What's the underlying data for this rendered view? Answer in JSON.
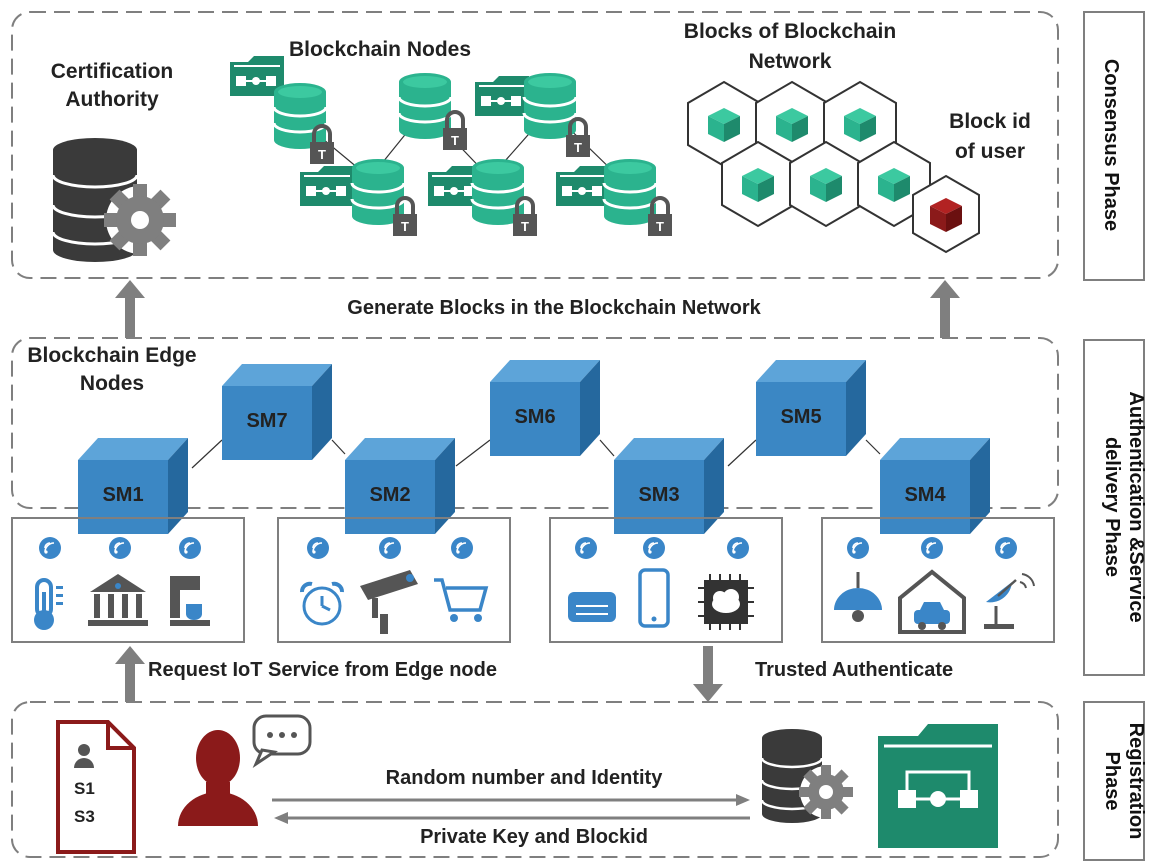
{
  "consensus": {
    "ca_label_line1": "Certification",
    "ca_label_line2": "Authority",
    "nodes_label": "Blockchain Nodes",
    "blocks_label_line1": "Blocks of Blockchain",
    "blocks_label_line2": "Network",
    "blockid_label_line1": "Block id",
    "blockid_label_line2": "of user"
  },
  "generate_label": "Generate Blocks in the Blockchain Network",
  "edge": {
    "label_line1": "Blockchain Edge",
    "label_line2": "Nodes",
    "nodes": [
      "SM7",
      "SM6",
      "SM5",
      "SM1",
      "SM2",
      "SM3",
      "SM4"
    ]
  },
  "request_label": "Request IoT Service from Edge node",
  "trusted_label": "Trusted Authenticate",
  "registration": {
    "doc_line1": "S1",
    "doc_line2": "S3",
    "random_label": "Random number and Identity",
    "private_label": "Private Key and Blockid"
  },
  "phases": {
    "consensus": "Consensus Phase",
    "auth_line1": "Authentication &Service",
    "auth_line2": "delivery Phase",
    "reg_line1": "Registration",
    "reg_line2": "Phase"
  },
  "colors": {
    "teal": "#2BB38E",
    "dark_teal": "#1E8A6C",
    "cube_blue": "#3B87C4",
    "cube_top": "#5DA4D9",
    "cube_side": "#25689E",
    "wifi_blue": "#3A86C8",
    "dark_red": "#8B1A1A",
    "gray": "#7f7f7f",
    "db_dark": "#3a3a3a"
  }
}
